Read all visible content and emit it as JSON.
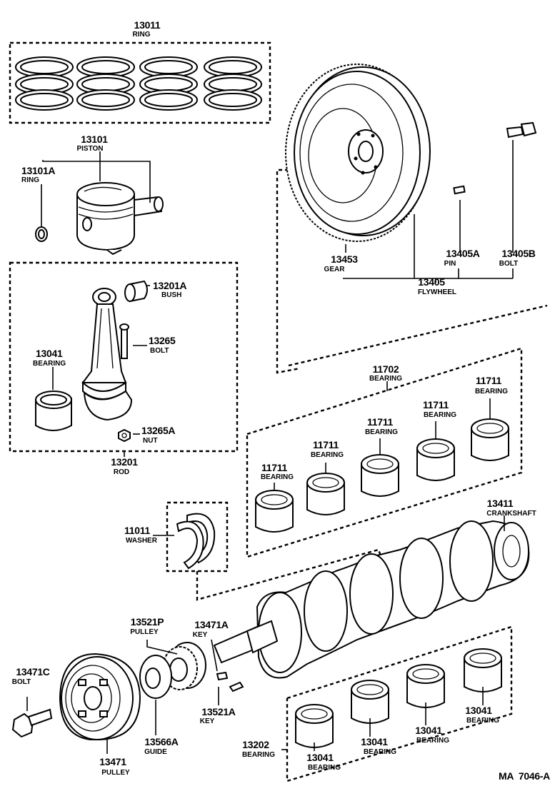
{
  "callouts": [
    {
      "id": "ring-13011",
      "number": "13011",
      "name": "RING"
    },
    {
      "id": "piston-13101",
      "number": "13101",
      "name": "PISTON"
    },
    {
      "id": "ring-13101a",
      "number": "13101A",
      "name": "RING"
    },
    {
      "id": "bush-13201a",
      "number": "13201A",
      "name": "BUSH"
    },
    {
      "id": "bolt-13265",
      "number": "13265",
      "name": "BOLT"
    },
    {
      "id": "bearing-13041-rod",
      "number": "13041",
      "name": "BEARING"
    },
    {
      "id": "nut-13265a",
      "number": "13265A",
      "name": "NUT"
    },
    {
      "id": "rod-13201",
      "number": "13201",
      "name": "ROD"
    },
    {
      "id": "gear-13453",
      "number": "13453",
      "name": "GEAR"
    },
    {
      "id": "pin-13405a",
      "number": "13405A",
      "name": "PIN"
    },
    {
      "id": "bolt-13405b",
      "number": "13405B",
      "name": "BOLT"
    },
    {
      "id": "flywheel-13405",
      "number": "13405",
      "name": "FLYWHEEL"
    },
    {
      "id": "bearing-11702",
      "number": "11702",
      "name": "BEARING"
    },
    {
      "id": "bearing-11711-a",
      "number": "11711",
      "name": "BEARING"
    },
    {
      "id": "bearing-11711-b",
      "number": "11711",
      "name": "BEARING"
    },
    {
      "id": "bearing-11711-c",
      "number": "11711",
      "name": "BEARING"
    },
    {
      "id": "bearing-11711-d",
      "number": "11711",
      "name": "BEARING"
    },
    {
      "id": "bearing-11711-e",
      "number": "11711",
      "name": "BEARING"
    },
    {
      "id": "crankshaft-13411",
      "number": "13411",
      "name": "CRANKSHAFT"
    },
    {
      "id": "washer-11011",
      "number": "11011",
      "name": "WASHER"
    },
    {
      "id": "pulley-13521p",
      "number": "13521P",
      "name": "PULLEY"
    },
    {
      "id": "key-13471a",
      "number": "13471A",
      "name": "KEY"
    },
    {
      "id": "bolt-13471c",
      "number": "13471C",
      "name": "BOLT"
    },
    {
      "id": "key-13521a",
      "number": "13521A",
      "name": "KEY"
    },
    {
      "id": "guide-13566a",
      "number": "13566A",
      "name": "GUIDE"
    },
    {
      "id": "pulley-13471",
      "number": "13471",
      "name": "PULLEY"
    },
    {
      "id": "bearing-13202",
      "number": "13202",
      "name": "BEARING"
    },
    {
      "id": "bearing-13041-a",
      "number": "13041",
      "name": "BEARING"
    },
    {
      "id": "bearing-13041-b",
      "number": "13041",
      "name": "BEARING"
    },
    {
      "id": "bearing-13041-c",
      "number": "13041",
      "name": "BEARING"
    },
    {
      "id": "bearing-13041-d",
      "number": "13041",
      "name": "BEARING"
    }
  ],
  "figure_code": "MA  7046-A"
}
